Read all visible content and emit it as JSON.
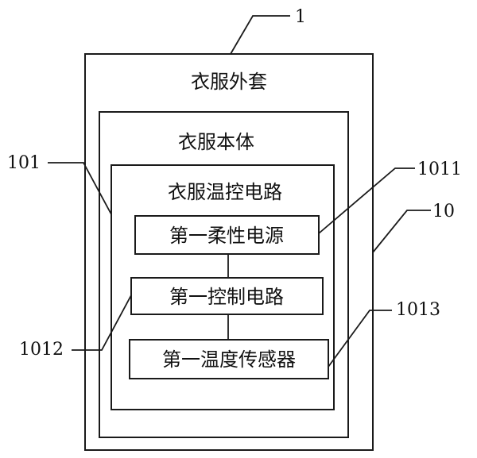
{
  "diagram": {
    "outer_box": {
      "label": "衣服外套",
      "ref": "10"
    },
    "body_box": {
      "label": "衣服本体",
      "ref": "101"
    },
    "circuit_box": {
      "label": "衣服温控电路"
    },
    "power_block": {
      "label": "第一柔性电源",
      "ref": "1011"
    },
    "control_block": {
      "label": "第一控制电路",
      "ref": "1012"
    },
    "sensor_block": {
      "label": "第一温度传感器",
      "ref": "1013"
    },
    "overall_ref": "1"
  }
}
